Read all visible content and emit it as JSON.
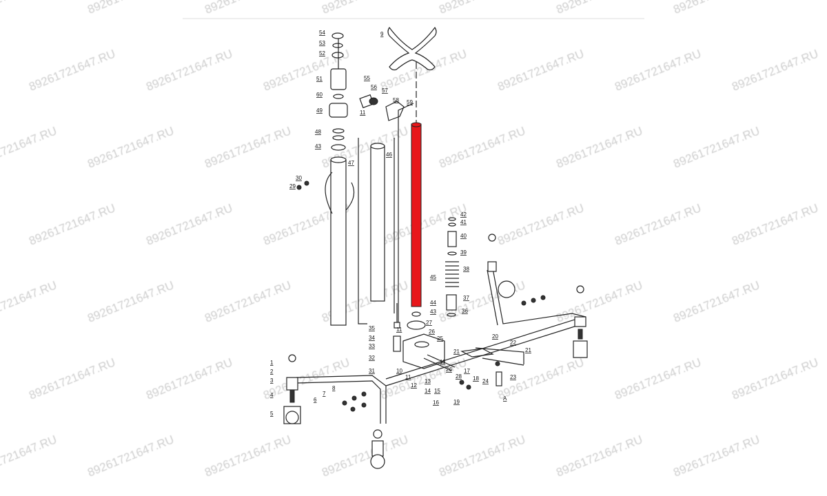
{
  "watermark": "89261721647.RU",
  "highlight_color": "#e8171b",
  "highlighted_part": "45",
  "part_labels": [
    "54",
    "53",
    "52",
    "51",
    "55",
    "56",
    "57",
    "58",
    "59",
    "60",
    "49",
    "11",
    "48",
    "43",
    "47",
    "46",
    "30",
    "29",
    "9",
    "45",
    "42",
    "41",
    "40",
    "39",
    "38",
    "37",
    "36",
    "44",
    "43",
    "27",
    "26",
    "25",
    "11",
    "35",
    "34",
    "33",
    "32",
    "31",
    "21",
    "20",
    "22",
    "21",
    "24",
    "23",
    "A",
    "10",
    "11",
    "26",
    "28",
    "17",
    "18",
    "11",
    "12",
    "13",
    "14",
    "15",
    "16",
    "19",
    "1",
    "2",
    "3",
    "4",
    "5",
    "6",
    "7",
    "8"
  ]
}
